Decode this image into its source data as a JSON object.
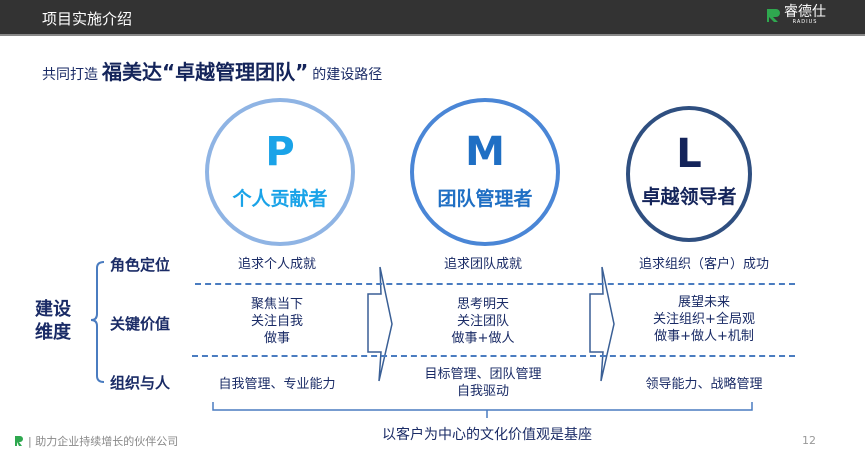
{
  "header": {
    "title": "项目实施介绍",
    "logo_name": "睿德仕",
    "logo_sub": "RADIUS"
  },
  "heading": {
    "prefix": "共同打造",
    "emphasis": "福美达“卓越管理团队”",
    "suffix": "的建设路径"
  },
  "stages": [
    {
      "letter": "P",
      "role": "个人贡献者",
      "color": "#1aa3e8",
      "border": "#8fb4e4"
    },
    {
      "letter": "M",
      "role": "团队管理者",
      "color": "#1f6fc4",
      "border": "#4a86d6"
    },
    {
      "letter": "L",
      "role": "卓越领导者",
      "color": "#14245a",
      "border": "#2f4f80"
    }
  ],
  "dimension_label": [
    "建设",
    "维度"
  ],
  "rows": [
    {
      "label": "角色定位",
      "cells": [
        [
          "追求个人成就"
        ],
        [
          "追求团队成就"
        ],
        [
          "追求组织（客户）成功"
        ]
      ]
    },
    {
      "label": "关键价值",
      "cells": [
        [
          "聚焦当下",
          "关注自我",
          "做事"
        ],
        [
          "思考明天",
          "关注团队",
          "做事+做人"
        ],
        [
          "展望未来",
          "关注组织+全局观",
          "做事+做人+机制"
        ]
      ]
    },
    {
      "label": "组织与人",
      "cells": [
        [
          "自我管理、专业能力"
        ],
        [
          "目标管理、团队管理",
          "自我驱动"
        ],
        [
          "领导能力、战略管理"
        ]
      ]
    }
  ],
  "foundation": "以客户为中心的文化价值观是基座",
  "footer": {
    "slogan": "| 助力企业持续增长的伙伴公司",
    "page": "12"
  }
}
